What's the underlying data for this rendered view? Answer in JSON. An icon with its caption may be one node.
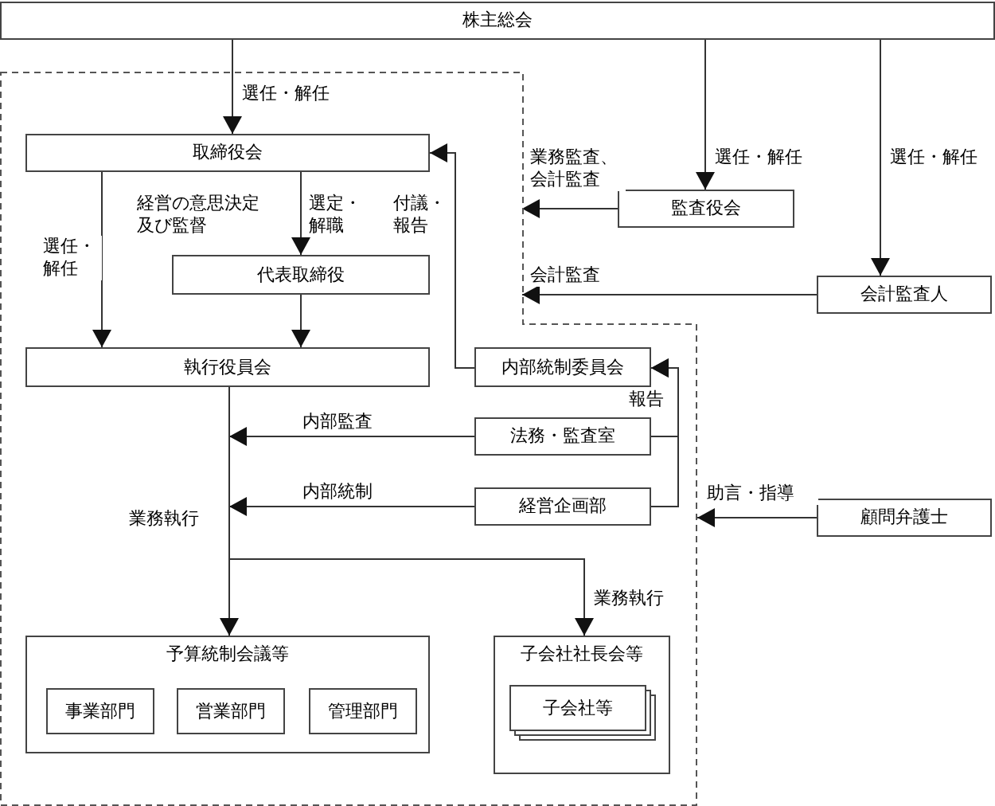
{
  "diagram": {
    "nodes": [
      {
        "text": [
          "株主総会"
        ]
      },
      {
        "text": [],
        "shape": "box"
      },
      {
        "text": [
          "取締役会"
        ],
        "in": 1
      },
      {
        "text": [
          "代表取締役"
        ],
        "in": 1
      },
      {
        "text": [
          "執行役員会"
        ],
        "in": 1
      },
      {
        "text": [
          "内部統制委員会"
        ],
        "in": 1
      },
      {
        "text": [
          "法務・監査室"
        ],
        "in": 1
      },
      {
        "text": [
          "経営企画部"
        ],
        "in": 1
      },
      {
        "text": [
          "予算統制会議等"
        ],
        "in": 1
      },
      {
        "text": [
          "事業部門"
        ],
        "in": 8
      },
      {
        "text": [
          "営業部門"
        ],
        "in": 8
      },
      {
        "text": [
          "管理部門"
        ],
        "in": 8
      },
      {
        "text": [
          "子会社社長会等"
        ],
        "in": 1
      },
      {
        "text": [
          "子会社等"
        ],
        "in": 12
      },
      {
        "text": [
          "監査役会"
        ]
      },
      {
        "text": [
          "会計監査人"
        ]
      },
      {
        "text": [
          "顧問弁護士"
        ]
      }
    ],
    "edges": [
      {
        "from": 0,
        "to": 2,
        "arrow": "to",
        "label": "選任・解任"
      },
      {
        "from": 0,
        "to": 14,
        "arrow": "to",
        "label": "選任・解任"
      },
      {
        "from": 0,
        "to": 15,
        "arrow": "to",
        "label": "選任・解任"
      },
      {
        "from": 14,
        "to": 1,
        "arrow": "to",
        "label": "業務監査、会計監査"
      },
      {
        "from": 15,
        "to": 1,
        "arrow": "to",
        "label": "会計監査"
      },
      {
        "from": 16,
        "to": 1,
        "arrow": "to",
        "label": "助言・指導"
      },
      {
        "from": 2,
        "to": 4,
        "arrow": "to",
        "label": "選任・解任"
      },
      {
        "from": 2,
        "to": 3,
        "arrow": "to",
        "label": "選定・解職"
      },
      {
        "from": 5,
        "to": 2,
        "arrow": "to",
        "label": "付議・報告"
      },
      {
        "from": 3,
        "to": 4,
        "arrow": "to"
      },
      {
        "from": 6,
        "to": 4,
        "arrow": "to",
        "label": "内部監査"
      },
      {
        "from": 7,
        "to": 4,
        "arrow": "to",
        "label": "内部統制"
      },
      {
        "from": 6,
        "to": 5,
        "arrow": "to",
        "label": "報告"
      },
      {
        "from": 7,
        "to": 5,
        "arrow": "to"
      },
      {
        "from": 4,
        "to": 8,
        "arrow": "to",
        "label": "業務執行"
      },
      {
        "from": 4,
        "to": 12,
        "arrow": "to",
        "label": "業務執行"
      }
    ],
    "labels": [
      "経営の意思決定及び監督"
    ]
  }
}
